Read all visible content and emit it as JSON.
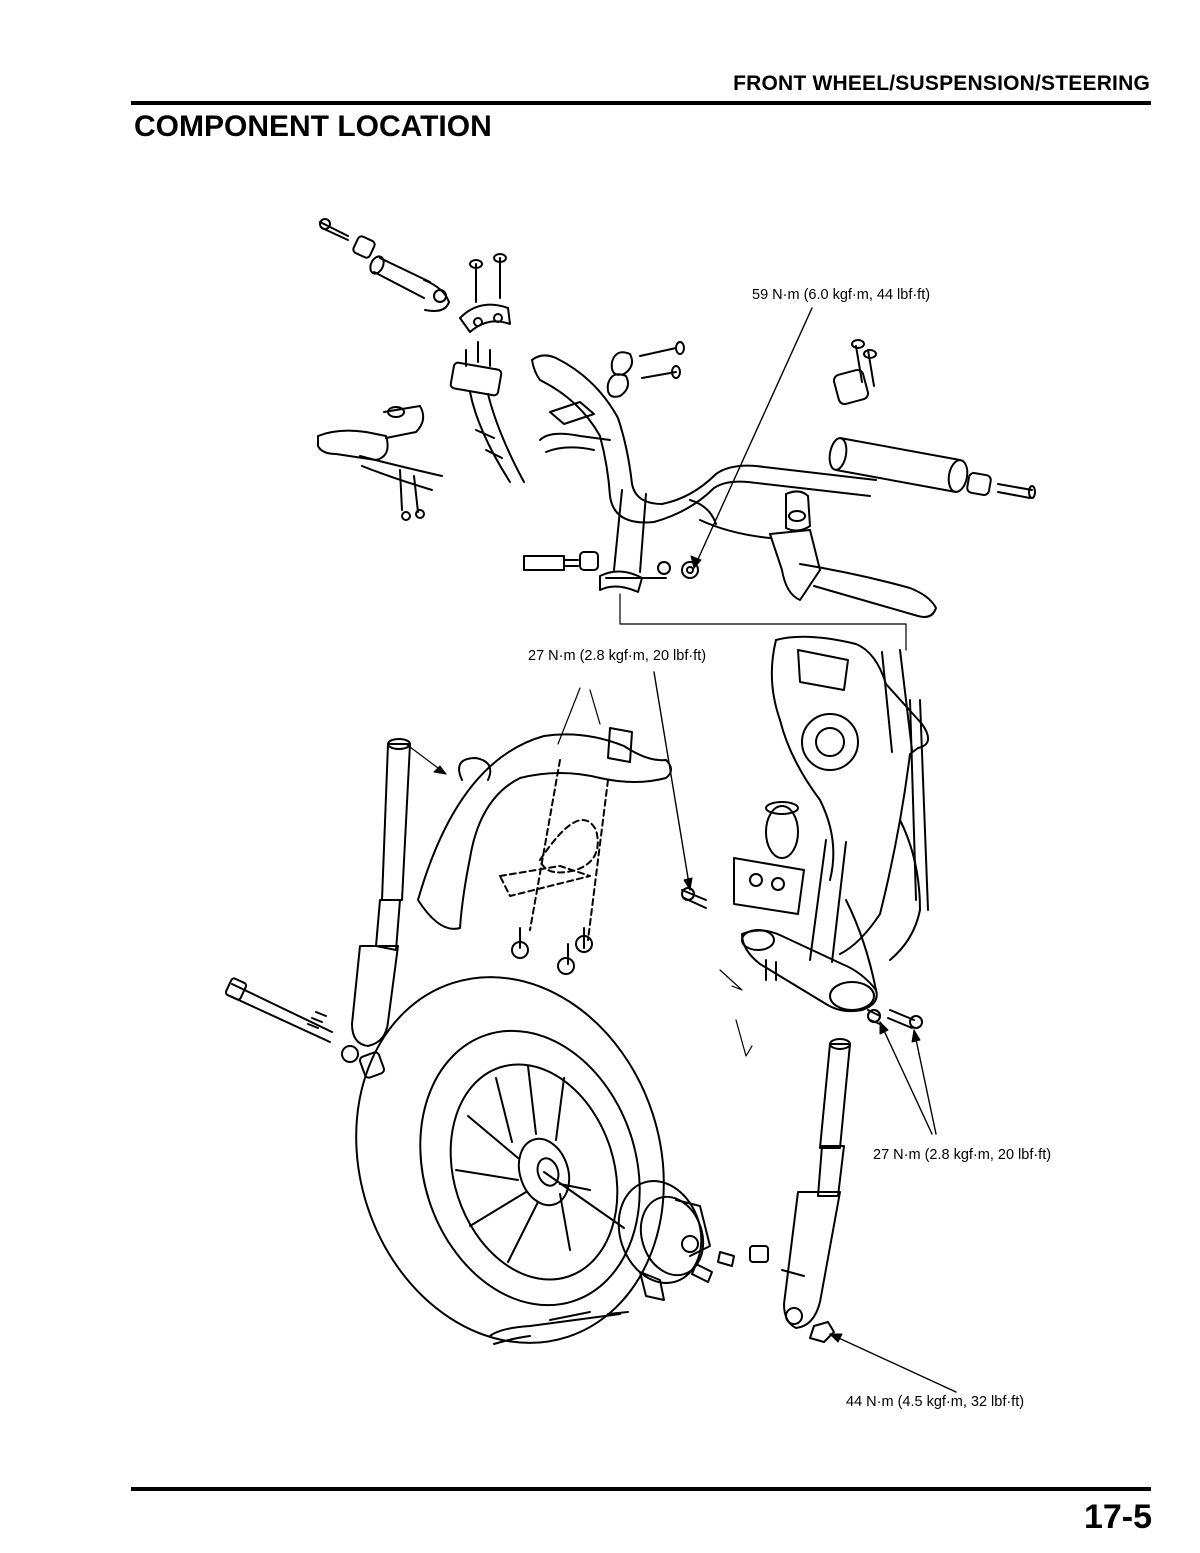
{
  "header": {
    "section_title": "FRONT WHEEL/SUSPENSION/STEERING",
    "page_title": "COMPONENT LOCATION"
  },
  "callouts": {
    "handlebar_nut": "59 N·m (6.0 kgf·m, 44 lbf·ft)",
    "fork_pinch_bolt_upper": "27 N·m (2.8 kgf·m, 20 lbf·ft)",
    "fork_pinch_bolt_lower": "27 N·m (2.8 kgf·m, 20 lbf·ft)",
    "axle_nut": "44 N·m (4.5 kgf·m, 32 lbf·ft)"
  },
  "footer": {
    "page_number": "17-5"
  }
}
